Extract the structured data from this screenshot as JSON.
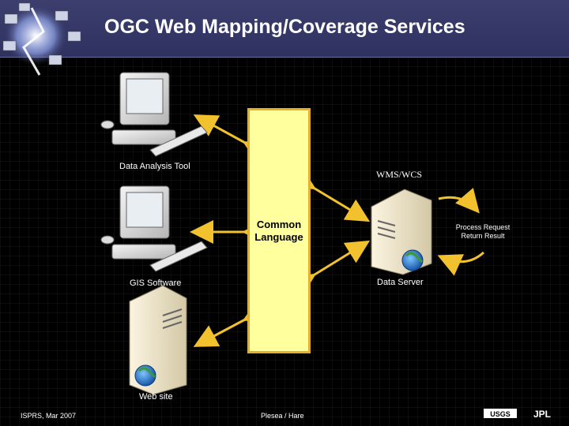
{
  "slide": {
    "title": "OGC Web Mapping/Coverage Services"
  },
  "diagram": {
    "center_box": {
      "label_line1": "Common",
      "label_line2": "Language"
    },
    "clients": [
      {
        "label": "Data Analysis Tool",
        "icon": "desktop-computer-icon"
      },
      {
        "label": "GIS Software",
        "icon": "desktop-computer-icon"
      },
      {
        "label": "Web site",
        "icon": "server-globe-icon"
      }
    ],
    "server": {
      "label": "Data Server",
      "icon": "server-globe-icon",
      "protocol_label": "WMS/WCS"
    },
    "process": {
      "line1": "Process Request",
      "line2": "Return Result"
    },
    "colors": {
      "box_fill": "#ffff9e",
      "box_border": "#e5b12a",
      "arrow": "#f2c12e",
      "header": "#33366a"
    }
  },
  "footer": {
    "left": "ISPRS, Mar 2007",
    "center": "Plesea / Hare",
    "right_logos": [
      "USGS",
      "JPL"
    ]
  }
}
